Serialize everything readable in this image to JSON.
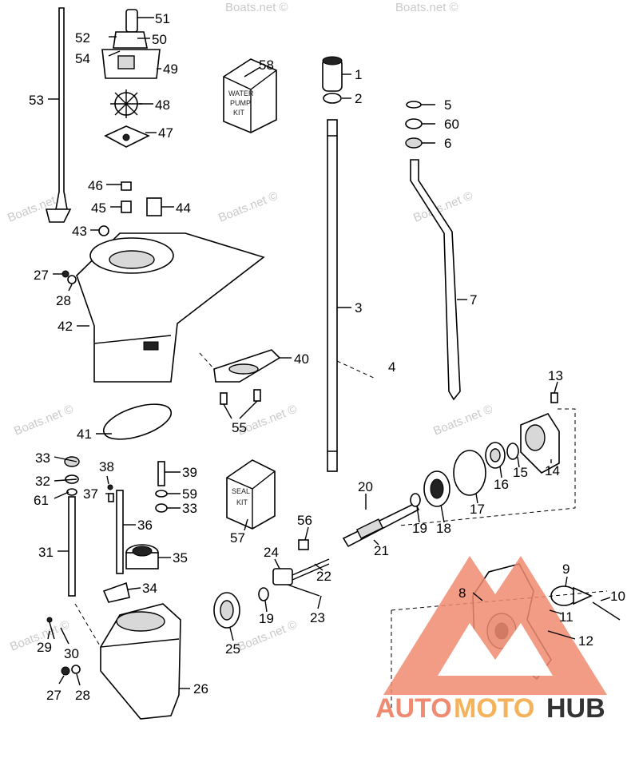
{
  "watermark": "Boats.net ©",
  "kits": {
    "water_pump_kit": [
      "WATER",
      "PUMP",
      "KIT"
    ],
    "seal_kit": [
      "SEAL",
      "KIT"
    ]
  },
  "brand": {
    "part1": "AUTO",
    "part2": "MOTO",
    "part3": "HUB",
    "color_primary": "#f08a70",
    "color_accent": "#f4b35a",
    "color_dark": "#333333"
  },
  "callouts": {
    "c1": "1",
    "c2": "2",
    "c3": "3",
    "c4": "4",
    "c5": "5",
    "c6": "6",
    "c7": "7",
    "c8": "8",
    "c9": "9",
    "c10": "10",
    "c11": "11",
    "c12": "12",
    "c13": "13",
    "c14": "14",
    "c15": "15",
    "c16": "16",
    "c17": "17",
    "c18": "18",
    "c19a": "19",
    "c19b": "19",
    "c20": "20",
    "c21": "21",
    "c22": "22",
    "c23": "23",
    "c24": "24",
    "c25": "25",
    "c26": "26",
    "c27a": "27",
    "c27b": "27",
    "c28a": "28",
    "c28b": "28",
    "c29": "29",
    "c30": "30",
    "c31": "31",
    "c32": "32",
    "c33a": "33",
    "c33b": "33",
    "c34": "34",
    "c35": "35",
    "c36": "36",
    "c37": "37",
    "c38": "38",
    "c39": "39",
    "c40": "40",
    "c41": "41",
    "c42": "42",
    "c43": "43",
    "c44": "44",
    "c45": "45",
    "c46": "46",
    "c47": "47",
    "c48": "48",
    "c49": "49",
    "c50": "50",
    "c51": "51",
    "c52": "52",
    "c53": "53",
    "c54": "54",
    "c55": "55",
    "c56": "56",
    "c57": "57",
    "c58": "58",
    "c59": "59",
    "c60": "60",
    "c61": "61"
  }
}
